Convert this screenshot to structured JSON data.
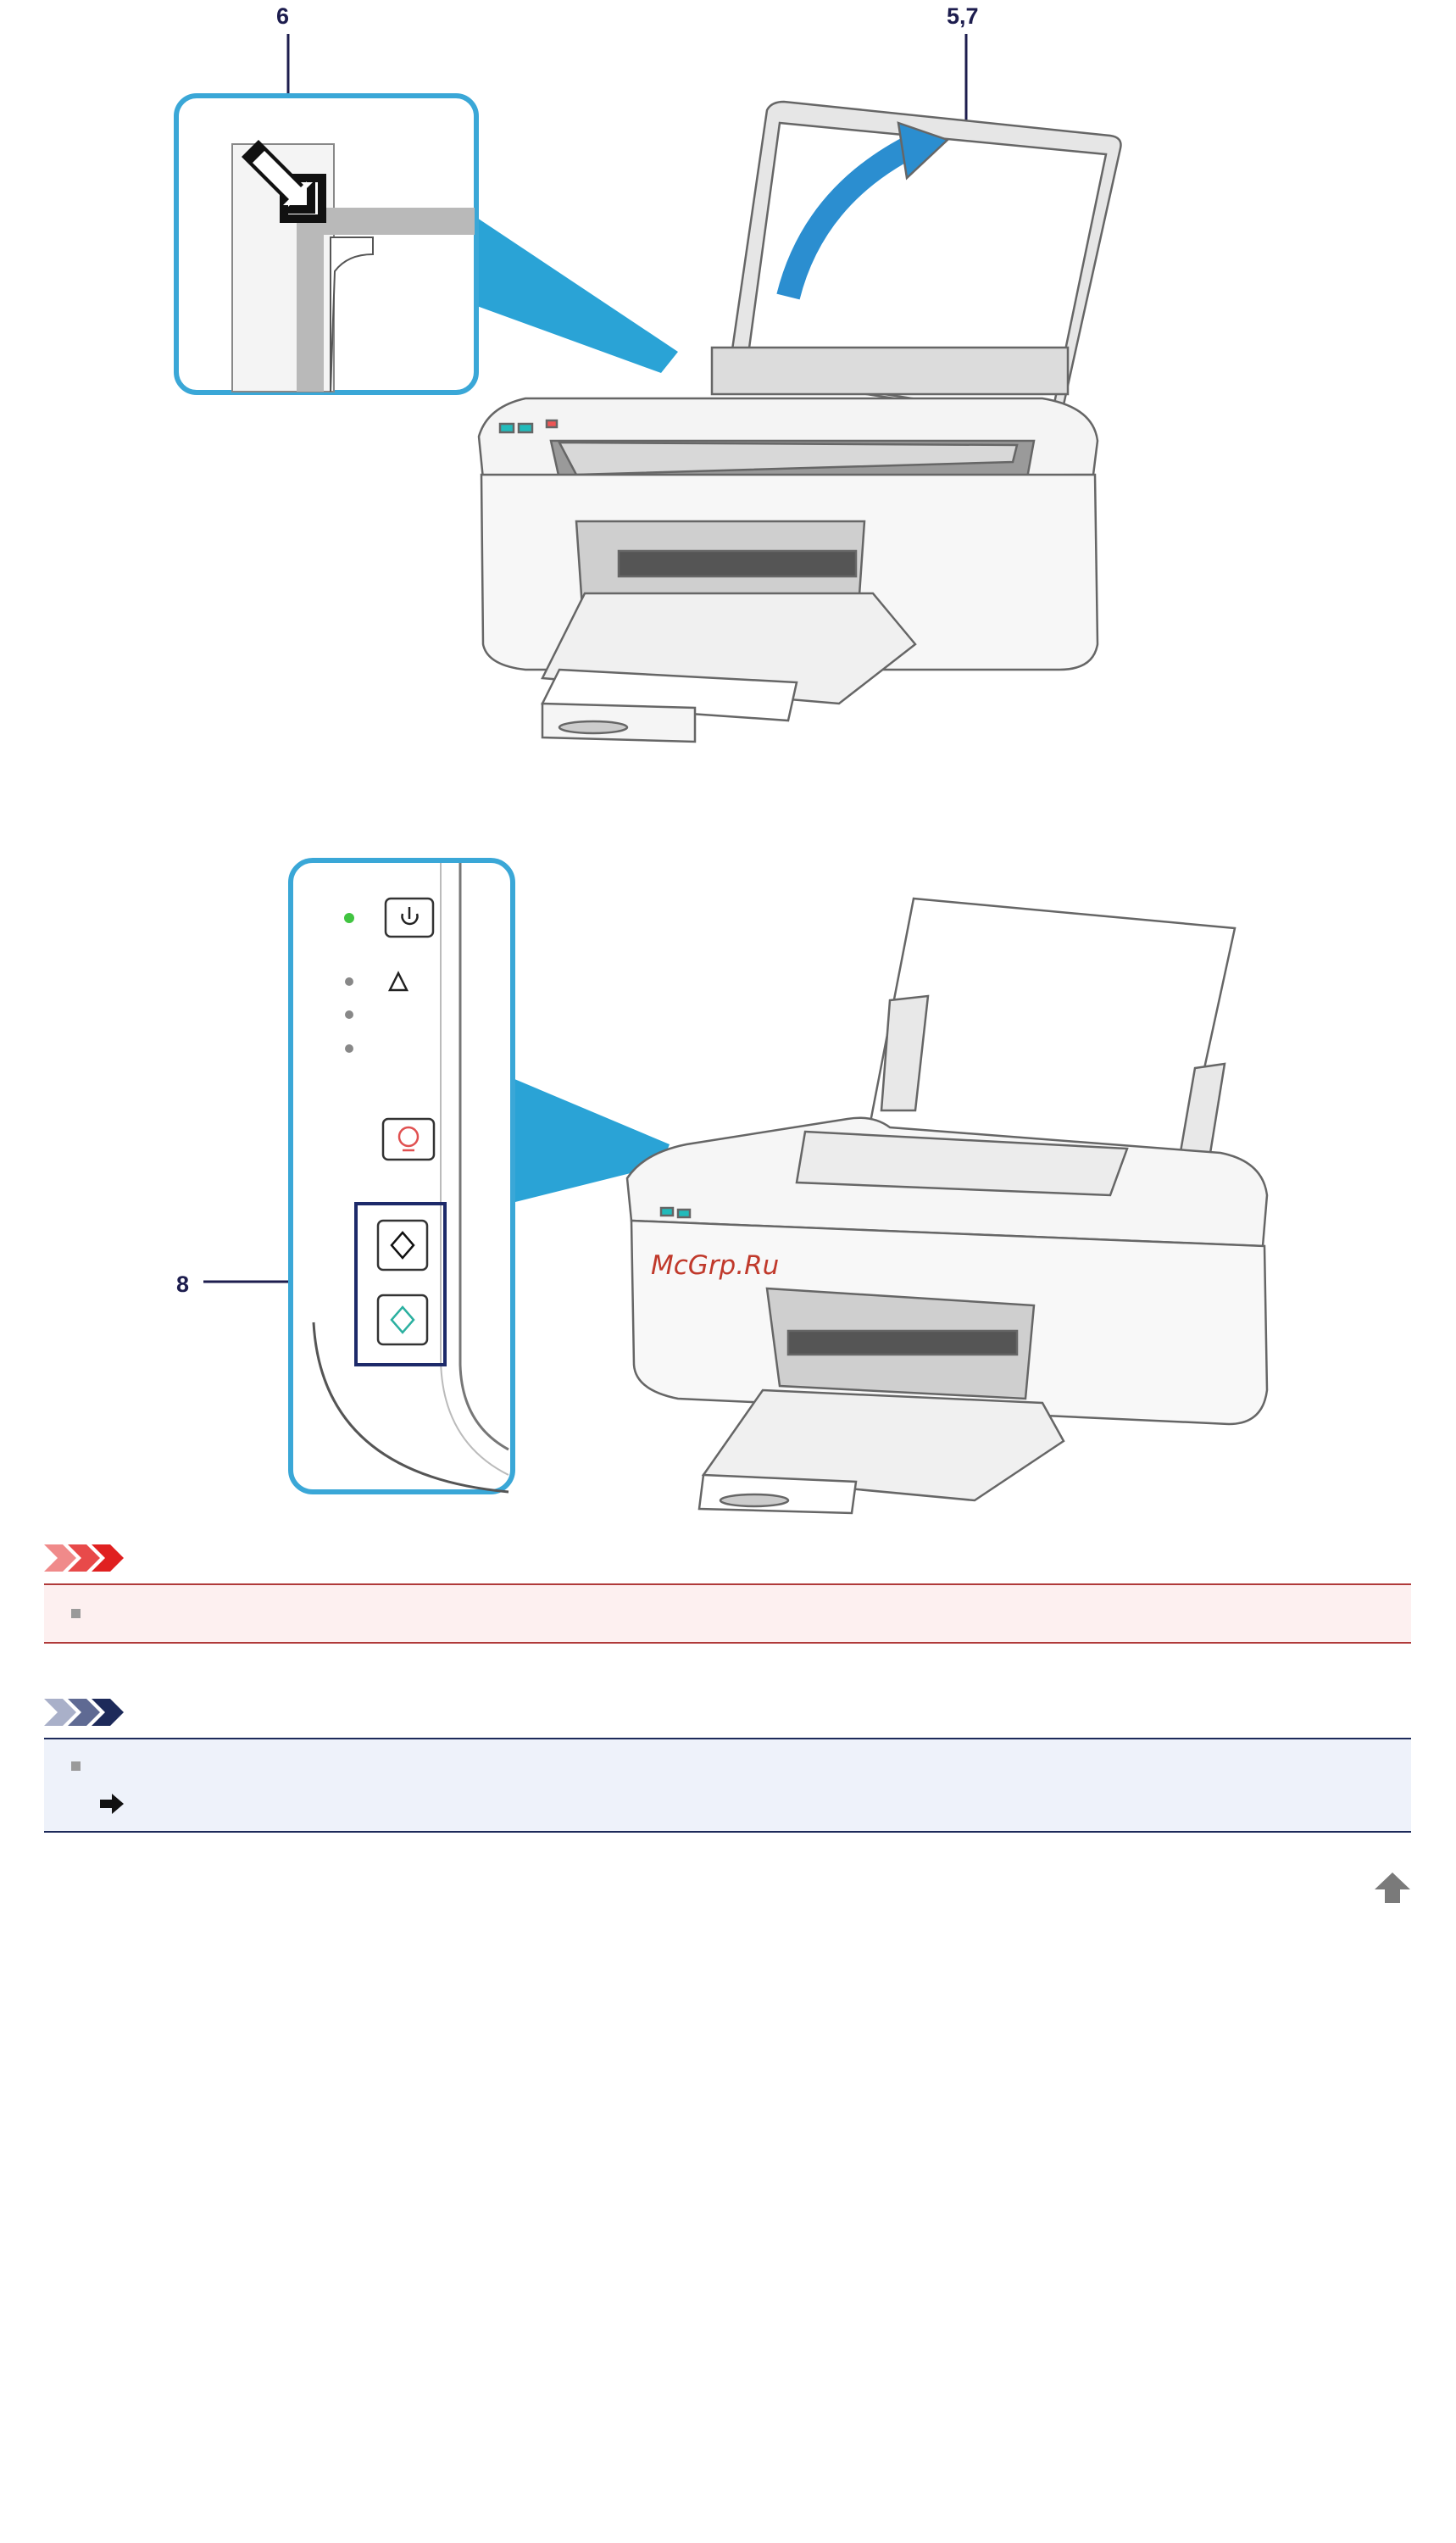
{
  "figure1": {
    "callout_top_left": "6",
    "callout_top_right": "5,7"
  },
  "figure2": {
    "callout_left": "8",
    "watermark": "McGrp.Ru"
  },
  "important": {
    "icon": "important-chevrons-icon",
    "color": "#e02020",
    "items": [
      ""
    ]
  },
  "note": {
    "icon": "note-chevrons-icon",
    "color": "#1d2a5a",
    "items": [
      ""
    ],
    "link_icon": "arrow-right-icon",
    "link_text": ""
  },
  "page_top_icon": "page-top-icon"
}
